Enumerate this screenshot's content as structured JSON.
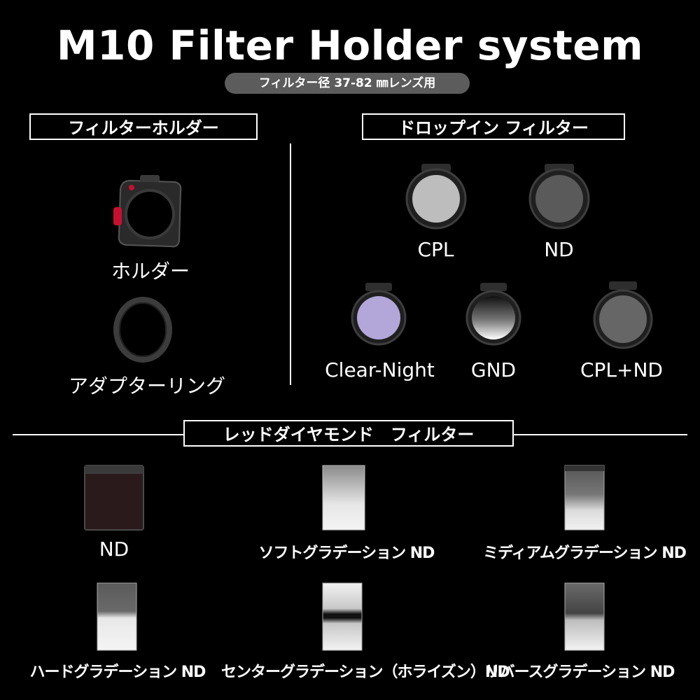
{
  "header": {
    "title": "M10 Filter Holder system",
    "subtitle": "フィルター径 37-82 ㎜レンズ用"
  },
  "sections": {
    "holder": {
      "heading": "フィルターホルダー",
      "items": [
        "ホルダー",
        "アダプターリング"
      ]
    },
    "dropin": {
      "heading": "ドロップイン フィルター",
      "items": [
        "CPL",
        "ND",
        "Clear-Night",
        "GND",
        "CPL+ND"
      ]
    },
    "reddiamond": {
      "heading": "レッドダイヤモンド　フィルター",
      "items": [
        "ND",
        "ソフトグラデーション ND",
        "ミディアムグラデーション ND",
        "ハードグラデーション ND",
        "センターグラデーション（ホライズン）ND",
        "リバースグラデーション ND"
      ]
    }
  },
  "colors": {
    "background": "#000000",
    "pill": "#5c5c5c",
    "accent_red": "#c8102e",
    "clear_night": "#b3a6d9"
  }
}
